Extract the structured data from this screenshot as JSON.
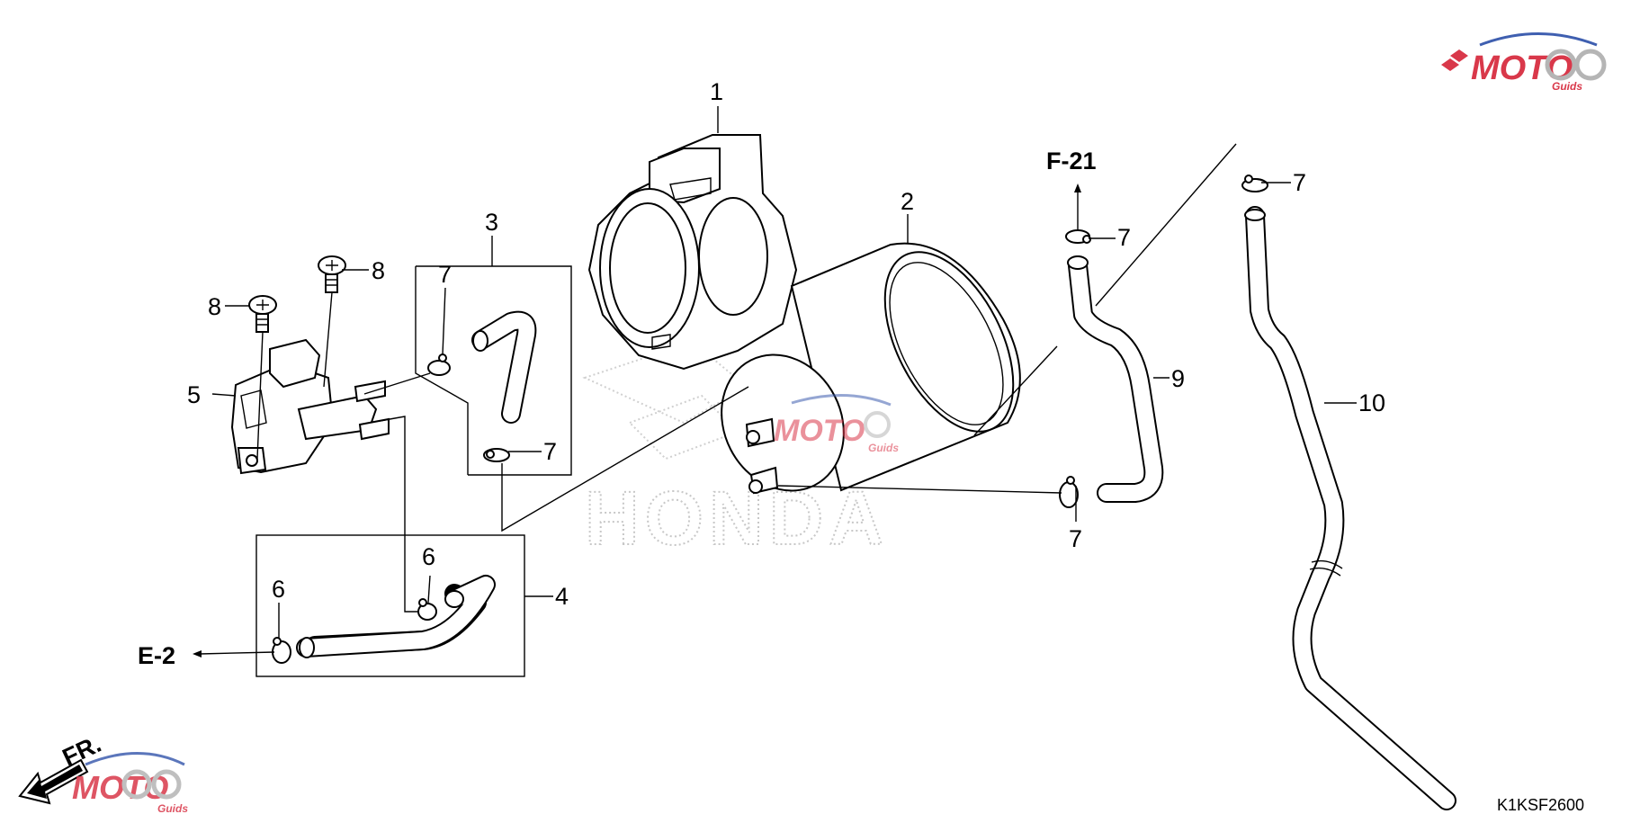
{
  "watermark": {
    "brand": "MOTO",
    "sub": "Guids",
    "colors": {
      "red": "#d9384a",
      "blue": "#3f5fb0",
      "gray": "#b5b5b5"
    }
  },
  "background_mark": {
    "text": "HONDA"
  },
  "callouts": {
    "p1": "1",
    "p2": "2",
    "p3": "3",
    "p4": "4",
    "p5": "5",
    "p6a": "6",
    "p6b": "6",
    "p7a": "7",
    "p7b": "7",
    "p7c": "7",
    "p7d": "7",
    "p7e": "7",
    "p8a": "8",
    "p8b": "8",
    "p9": "9",
    "p10": "10"
  },
  "references": {
    "f21": "F-21",
    "e2": "E-2"
  },
  "direction": {
    "label": "FR."
  },
  "diagram_code": "K1KSF2600"
}
